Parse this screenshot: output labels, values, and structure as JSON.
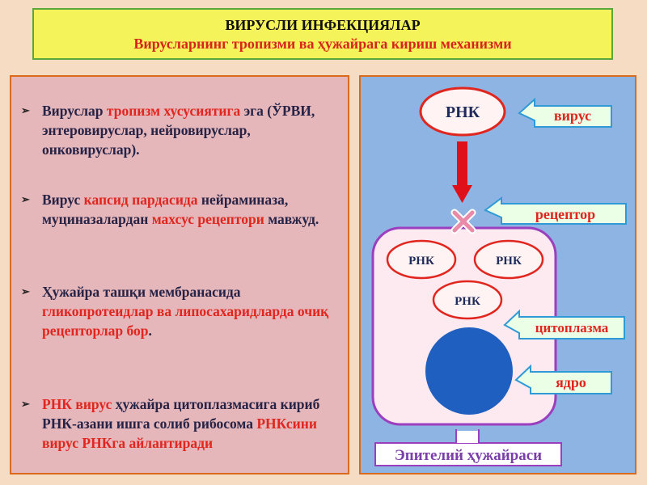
{
  "header": {
    "title": "ВИРУСЛИ ИНФЕКЦИЯЛАР",
    "subtitle": "Вирусларнинг тропизми ва ҳужайрага кириш механизми"
  },
  "bullets": [
    {
      "parts": [
        {
          "text": "Вируслар ",
          "red": false
        },
        {
          "text": "тропизм хусусиятига",
          "red": true
        },
        {
          "text": " эга (ЎРВИ, энтеровируслар, нейровируслар, онковируслар).",
          "red": false
        }
      ]
    },
    {
      "parts": [
        {
          "text": "Вирус ",
          "red": false
        },
        {
          "text": "капсид пардасида",
          "red": true
        },
        {
          "text": " нейраминаза, муциназалардан ",
          "red": false
        },
        {
          "text": "махсус рецептори",
          "red": true
        },
        {
          "text": " мавжуд.",
          "red": false
        }
      ]
    },
    {
      "parts": [
        {
          "text": "Ҳужайра ташқи мембранасида ",
          "red": false
        },
        {
          "text": "гликопротеидлар ва липосахаридларда очиқ рецепторлар бор",
          "red": true
        },
        {
          "text": ".",
          "red": false
        }
      ]
    },
    {
      "parts": [
        {
          "text": "РНК вирус",
          "red": true
        },
        {
          "text": " ҳужайра цитоплазмасига кириб РНК-азани ишга солиб рибосома ",
          "red": false
        },
        {
          "text": "РНКсини вирус РНКга айлантиради",
          "red": true
        }
      ]
    }
  ],
  "diagram": {
    "virus_rna": "РНК",
    "virus_label": "вирус",
    "receptor_label": "рецептор",
    "inner_rna": [
      "РНК",
      "РНК",
      "РНК"
    ],
    "cytoplasm_label": "цитоплазма",
    "nucleus_label": "ядро",
    "cell_label": "Эпителий ҳужайраси"
  },
  "colors": {
    "accent_red": "#e0261e",
    "title_bg": "#f5f35a",
    "left_panel_bg": "#e5b6ba",
    "right_panel_bg": "#8eb4e3",
    "nucleus": "#1f5fbf"
  }
}
